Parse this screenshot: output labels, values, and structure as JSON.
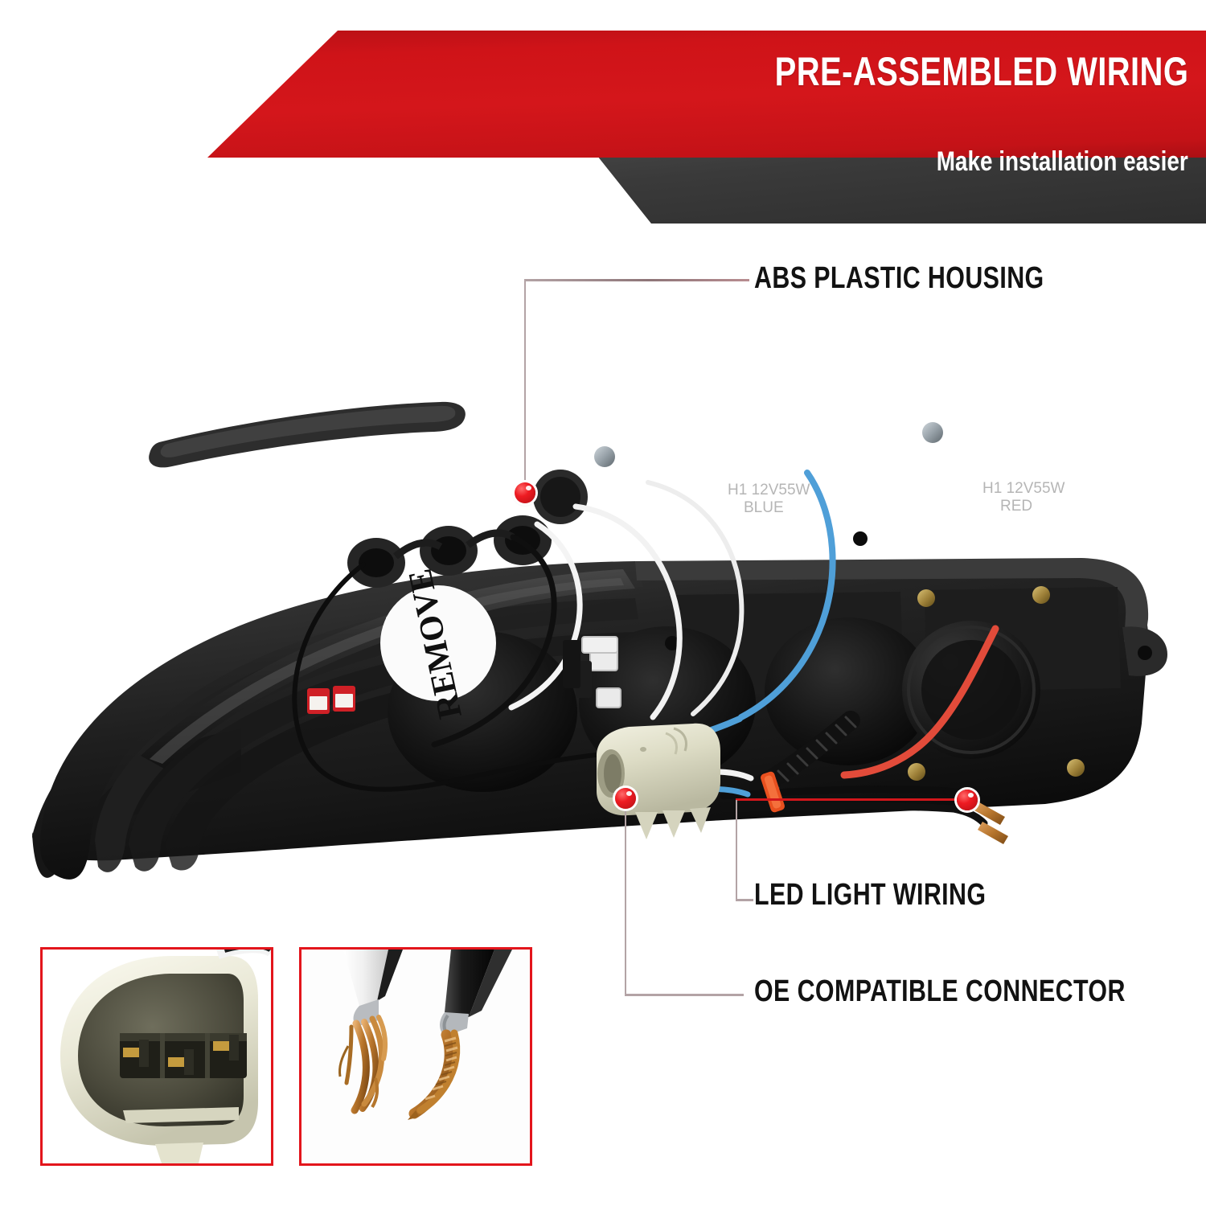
{
  "banner": {
    "title": "PRE-ASSEMBLED WIRING",
    "subtitle": "Make installation easier",
    "red_color": "#d2161b",
    "dark_color": "#3a3a3a"
  },
  "callouts": [
    {
      "id": "abs-plastic-housing",
      "label": "ABS PLASTIC HOUSING",
      "marker_color": "#ee1b22"
    },
    {
      "id": "led-light-wiring",
      "label": "LED LIGHT WIRING",
      "marker_color": "#ee1b22"
    },
    {
      "id": "oe-compatible-connector",
      "label": "OE COMPATIBLE CONNECTOR",
      "marker_color": "#ee1b22"
    }
  ],
  "product": {
    "type": "projector-headlight-assembly",
    "housing_color": "#1a1a1a",
    "sticker_remove_text": "REMOVE",
    "embossed_marks": [
      {
        "line1": "H1 12V55W",
        "line2": "BLUE"
      },
      {
        "line1": "H1 12V55W",
        "line2": "RED"
      }
    ],
    "wire_colors": {
      "white": "#f2f2f2",
      "black": "#111111",
      "blue": "#4f9fd8",
      "red": "#e24b3a",
      "copper": "#b5742c",
      "zip_tie": "#e8501f",
      "connector_body": "#d9d8c2"
    }
  },
  "thumbnails": [
    {
      "id": "connector-socket-closeup",
      "caption": "",
      "border_color": "#e3151c"
    },
    {
      "id": "wire-copper-strands-closeup",
      "caption": "",
      "border_color": "#e3151c"
    }
  ]
}
